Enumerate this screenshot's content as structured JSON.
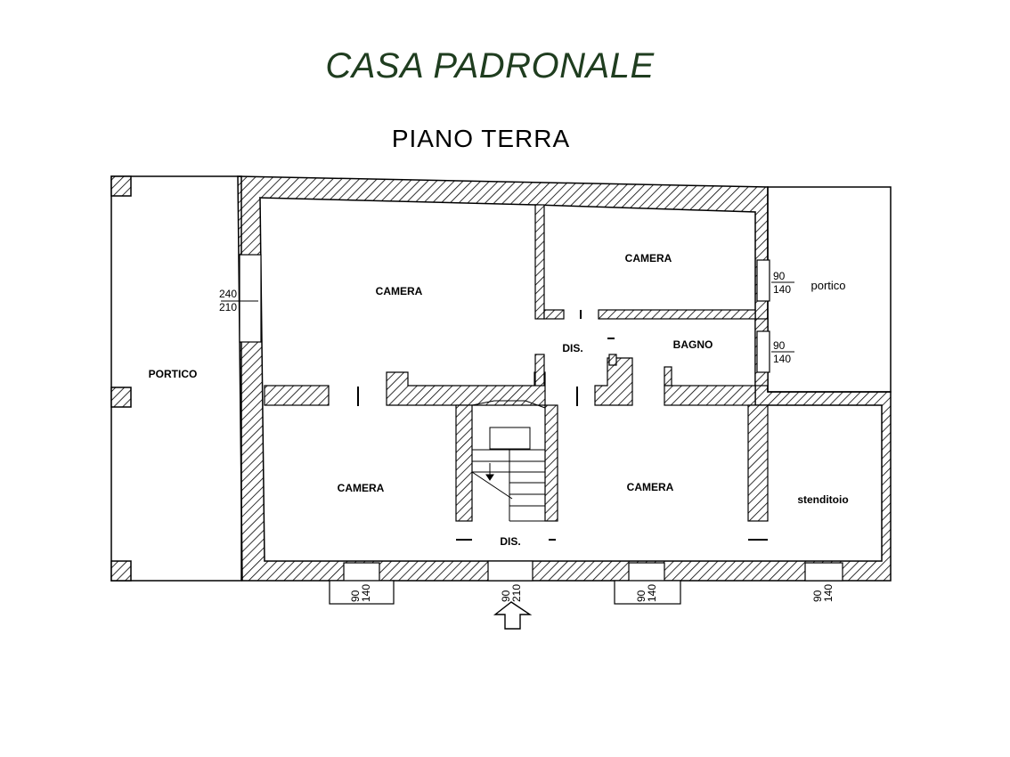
{
  "title": "CASA PADRONALE",
  "subtitle": "PIANO  TERRA",
  "colors": {
    "title": "#1f3d1f",
    "line": "#000000",
    "background": "#ffffff"
  },
  "rooms": {
    "camera_top_left": "CAMERA",
    "camera_top_right": "CAMERA",
    "camera_bottom_left": "CAMERA",
    "camera_bottom_right": "CAMERA",
    "bagno": "BAGNO",
    "dis_upper": "DIS.",
    "dis_lower": "DIS.",
    "portico_left": "PORTICO",
    "portico_right": "portico",
    "stenditoio": "stenditoio"
  },
  "openings": {
    "left_window": {
      "width": "240",
      "height": "210"
    },
    "right_window_top": {
      "width": "90",
      "height": "140"
    },
    "right_window_mid": {
      "width": "90",
      "height": "140"
    },
    "bottom_window_1": {
      "width": "90",
      "height": "140"
    },
    "entrance_door": {
      "width": "90",
      "height": "210"
    },
    "bottom_window_3": {
      "width": "90",
      "height": "140"
    },
    "bottom_window_4": {
      "width": "90",
      "height": "140"
    }
  },
  "icons": {
    "entrance": "up-arrow-icon",
    "stair": "stair-icon"
  }
}
